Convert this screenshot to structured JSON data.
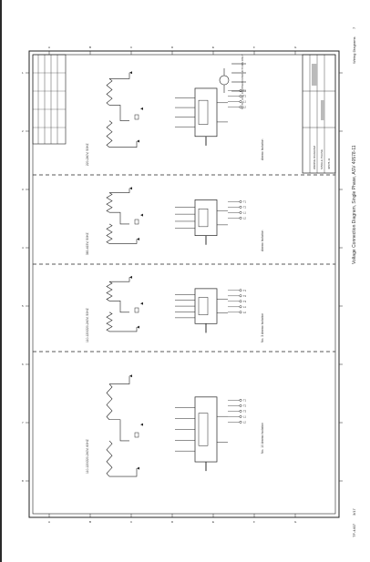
{
  "header": {
    "page_number": "7",
    "section": "Wiring Diagrams",
    "doc_code": "TF-4407",
    "revision": "3/17"
  },
  "diagram": {
    "title": "Voltage Connection Diagram, Single Phase, ASV 40578-11",
    "zone_rows": [
      "A",
      "B",
      "C",
      "D",
      "E",
      "F",
      "G"
    ],
    "zone_cols": [
      "1",
      "2",
      "3",
      "4",
      "5",
      "6",
      "7",
      "8"
    ],
    "panels": [
      {
        "voltage_label": "220-240V, 50HZ",
        "sub_label": "Ammo Isolation",
        "terminals": [
          "T1",
          "T2",
          "L1",
          "L2"
        ]
      },
      {
        "voltage_label": "380-415V, 50HZ",
        "sub_label": "Ammo Isolation",
        "terminals": [
          "T1",
          "T2",
          "L1",
          "L2"
        ]
      },
      {
        "voltage_label": "110-120/220-240V, 50HZ",
        "sub_label": "No. 3 Ammo Isolation",
        "terminals": [
          "T1",
          "T2",
          "T3",
          "L1",
          "L2"
        ]
      },
      {
        "voltage_label": "110-120/220-240V, 60HZ",
        "sub_label": "No. 10 Ammo Isolation",
        "terminals": [
          "T1",
          "T2",
          "T3",
          "L1",
          "L2"
        ]
      }
    ],
    "title_block_lines": [
      "WIRING DIAGRAM",
      "SINGLE PHASE",
      "40578-11"
    ],
    "notes": [
      "NOTE: USE COPPER CONDUCTORS ONLY"
    ]
  }
}
